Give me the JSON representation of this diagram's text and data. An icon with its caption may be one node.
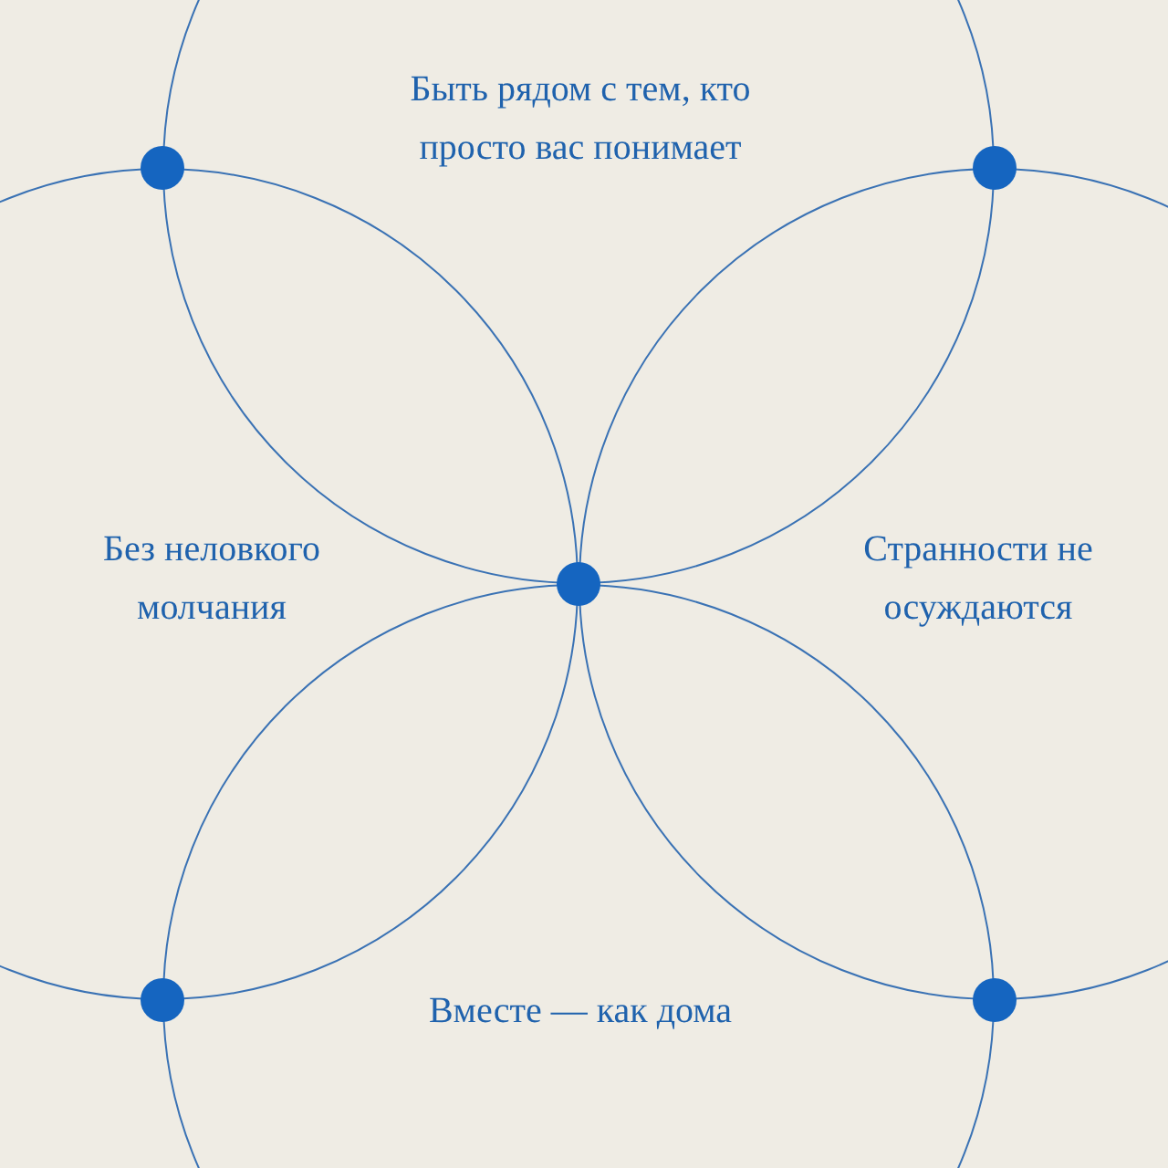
{
  "diagram": {
    "nodes": [
      {
        "text": [
          "Быть рядом с тем, кто просто вас понимает"
        ]
      },
      {
        "text": [
          "Без неловкого молчания"
        ]
      },
      {
        "text": [
          "Странности не осуждаются"
        ]
      },
      {
        "text": [
          "Вместе — как дома"
        ]
      }
    ]
  }
}
